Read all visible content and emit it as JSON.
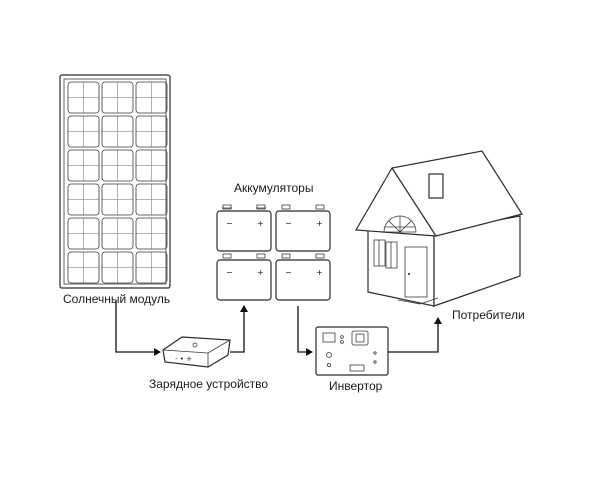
{
  "labels": {
    "solar_module": "Солнечный модуль",
    "charger": "Зарядное устройство",
    "batteries": "Аккумуляторы",
    "inverter": "Инвертор",
    "consumers": "Потребители"
  }
}
